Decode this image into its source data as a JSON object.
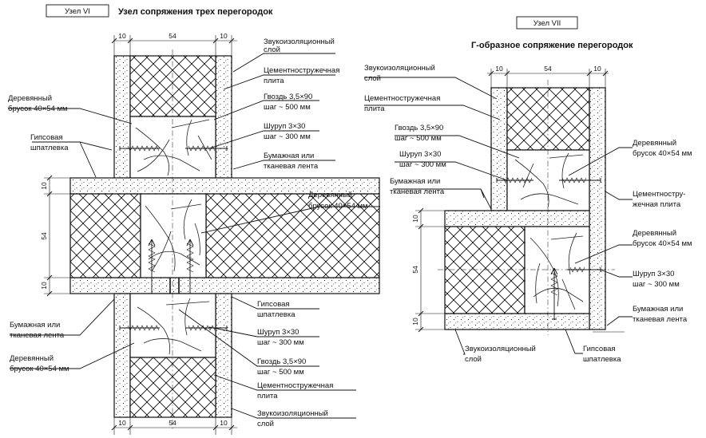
{
  "node_vi": {
    "tag": "Узел VI",
    "title": "Узел сопряжения трех перегородок",
    "dims_top": [
      "10",
      "54",
      "10"
    ],
    "dims_bottom": [
      "10",
      "54",
      "10"
    ],
    "dims_side": [
      "10",
      "54",
      "10"
    ],
    "labels": {
      "sound_layer_top": [
        "Звукоизоляционный",
        "слой"
      ],
      "cement_board_top": [
        "Цементностружечная",
        "плита"
      ],
      "nail_top": [
        "Гвоздь 3,5×90",
        "шаг ~ 500 мм"
      ],
      "screw_top": [
        "Шуруп 3×30",
        "шаг ~ 300 мм"
      ],
      "tape_right": [
        "Бумажная или",
        "тканевая лента"
      ],
      "wood_left": [
        "Деревянный",
        "брусок 40×54 мм"
      ],
      "gypsum_left": [
        "Гипсовая",
        "шпатлевка"
      ],
      "wood_middle": [
        "Деревянный",
        "брусок 40×54 мм"
      ],
      "gypsum_right": [
        "Гипсовая",
        "шпатлевка"
      ],
      "tape_left": [
        "Бумажная или",
        "тканевая лента"
      ],
      "wood_bottom": [
        "Деревянный",
        "брусок 40×54 мм"
      ],
      "screw_bottom": [
        "Шуруп 3×30",
        "шаг ~ 300 мм"
      ],
      "nail_bottom": [
        "Гвоздь 3,5×90",
        "шаг ~ 500 мм"
      ],
      "cement_board_bottom": [
        "Цементностружечная",
        "плита"
      ],
      "sound_layer_bottom": [
        "Звукоизоляционный",
        "слой"
      ]
    }
  },
  "node_vii": {
    "tag": "Узел VII",
    "title": "Г-образное сопряжение перегородок",
    "dims_top": [
      "10",
      "54",
      "10"
    ],
    "dims_side": [
      "10",
      "54",
      "10"
    ],
    "labels": {
      "sound_layer": [
        "Звукоизоляционный",
        "слой"
      ],
      "cement_board": [
        "Цементностружечная",
        "плита"
      ],
      "nail": [
        "Гвоздь 3,5×90",
        "шаг ~ 500 мм"
      ],
      "screw_left": [
        "Шуруп 3×30",
        "шаг ~ 300 мм"
      ],
      "tape_left": [
        "Бумажная или",
        "тканевая лента"
      ],
      "wood_right_1": [
        "Деревянный",
        "брусок 40×54 мм"
      ],
      "cement_board_right": [
        "Цементностру-",
        "жечная плита"
      ],
      "wood_right_2": [
        "Деревянный",
        "брусок 40×54 мм"
      ],
      "screw_right": [
        "Шуруп 3×30",
        "шаг ~ 300 мм"
      ],
      "tape_right": [
        "Бумажная или",
        "тканевая лента"
      ],
      "sound_layer_bottom": [
        "Звукоизоляционный",
        "слой"
      ],
      "gypsum_bottom": [
        "Гипсовая",
        "шпатлевка"
      ]
    }
  }
}
